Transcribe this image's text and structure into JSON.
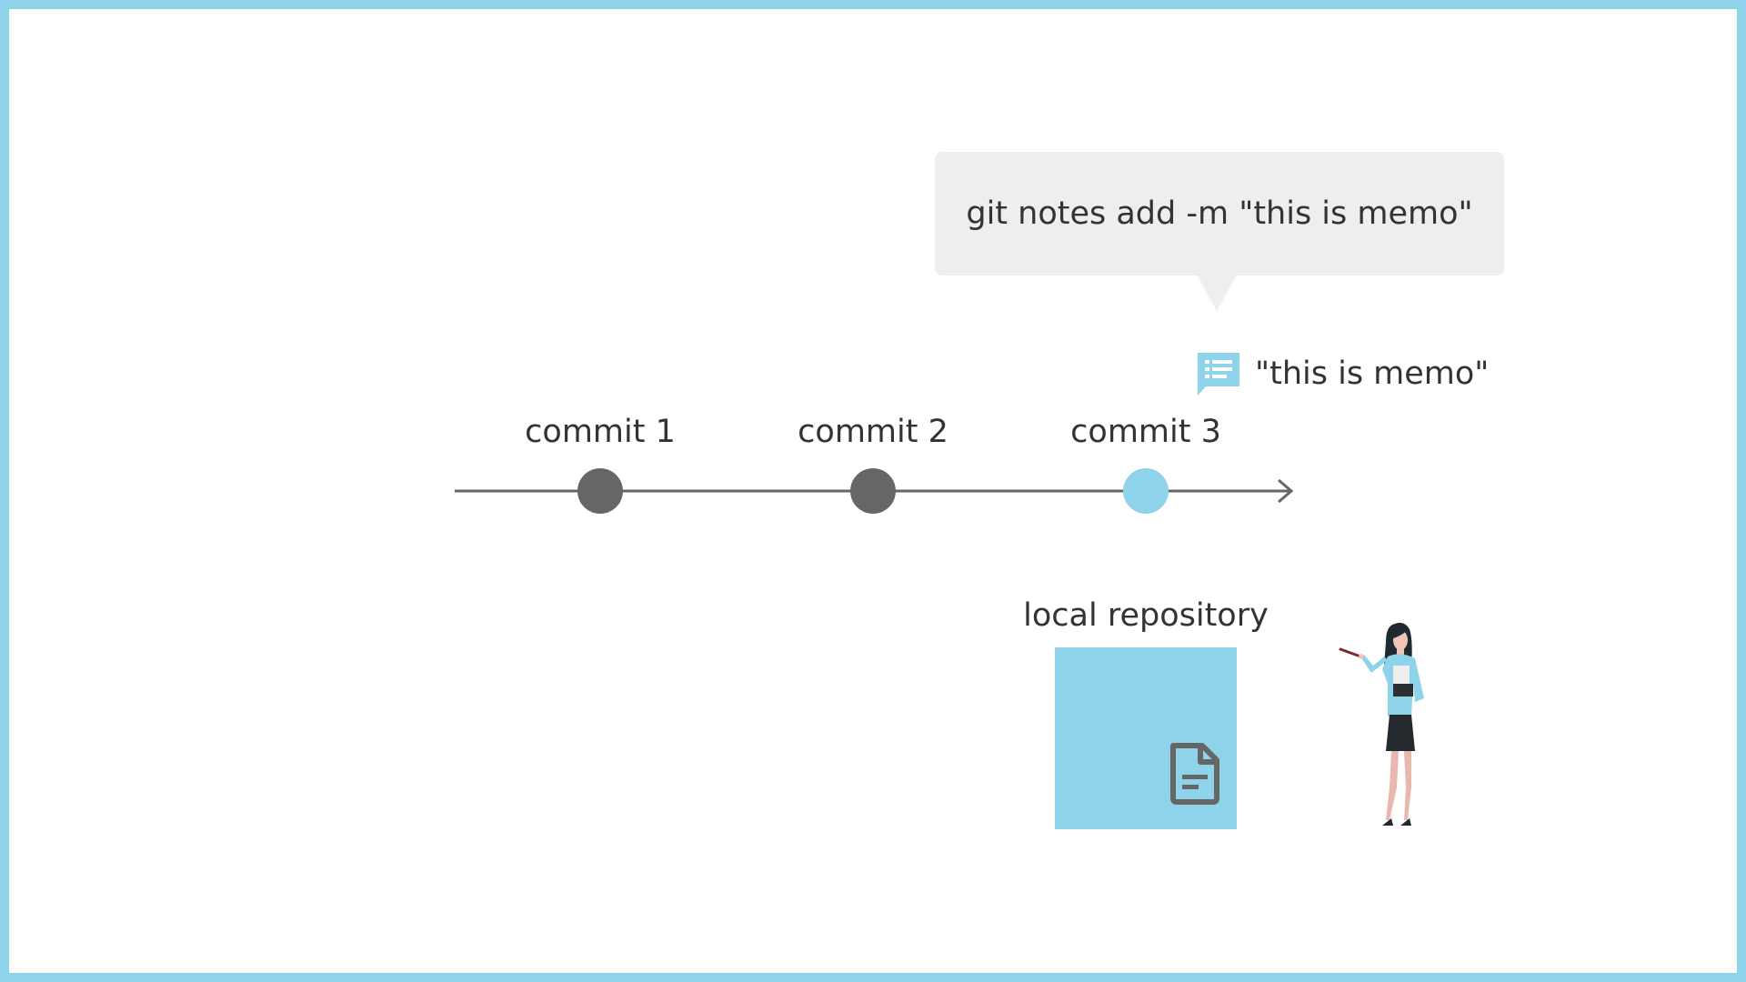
{
  "callout": {
    "command": "git notes add -m \"this is memo\""
  },
  "note": {
    "icon": "note-list-icon",
    "text": "\"this is memo\""
  },
  "commits": [
    {
      "label": "commit 1",
      "color": "#666666"
    },
    {
      "label": "commit 2",
      "color": "#666666"
    },
    {
      "label": "commit 3",
      "color": "#8fd3ea"
    }
  ],
  "repository": {
    "label": "local repository",
    "icon": "document-icon"
  },
  "colors": {
    "accent": "#8fd3ea",
    "commit_default": "#666666",
    "callout_bg": "#eeeeee",
    "line": "#666666"
  }
}
